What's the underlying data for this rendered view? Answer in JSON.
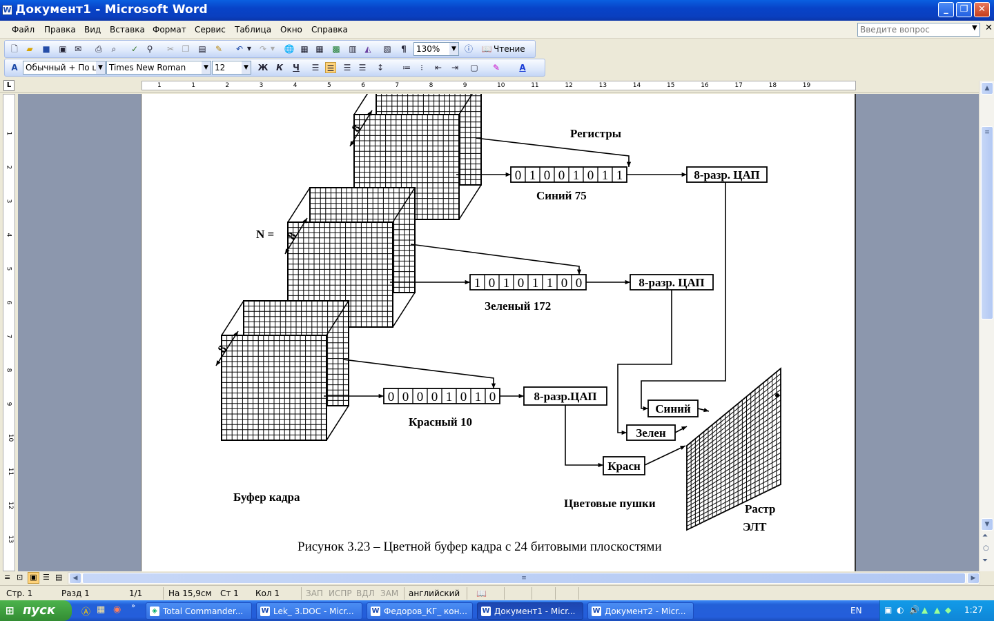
{
  "window": {
    "title": "Документ1 - Microsoft Word",
    "minimize": "_",
    "maximize": "❐",
    "close": "✕"
  },
  "menu": {
    "items": [
      "Файл",
      "Правка",
      "Вид",
      "Вставка",
      "Формат",
      "Сервис",
      "Таблица",
      "Окно",
      "Справка"
    ],
    "ask_placeholder": "Введите вопрос"
  },
  "toolbar": {
    "zoom": "130%",
    "reading_label": "Чтение"
  },
  "format": {
    "style": "Обычный + По це",
    "font": "Times New Roman",
    "size": "12",
    "bold": "Ж",
    "italic": "К",
    "underline": "Ч"
  },
  "ruler": {
    "numbers": [
      "1",
      "1",
      "2",
      "3",
      "4",
      "5",
      "6",
      "7",
      "8",
      "9",
      "10",
      "11",
      "12",
      "13",
      "14",
      "15",
      "16",
      "17",
      "18",
      "19"
    ],
    "vnumbers": [
      "1",
      "2",
      "3",
      "4",
      "5",
      "6",
      "7",
      "8",
      "9",
      "10",
      "11",
      "12",
      "13"
    ]
  },
  "figure": {
    "registers": "Регистры",
    "n_label": "N =",
    "blue_bits": [
      "0",
      "1",
      "0",
      "0",
      "1",
      "0",
      "1",
      "1"
    ],
    "blue_label": "Синий 75",
    "green_bits": [
      "1",
      "0",
      "1",
      "0",
      "1",
      "1",
      "0",
      "0"
    ],
    "green_label": "Зеленый 172",
    "red_bits": [
      "0",
      "0",
      "0",
      "0",
      "1",
      "0",
      "1",
      "0"
    ],
    "red_label": "Красный 10",
    "dac_blue": "8-разр. ЦАП",
    "dac_green": "8-разр. ЦАП",
    "dac_red": "8-разр.ЦАП",
    "gun_blue": "Синий",
    "gun_green": "Зелен",
    "gun_red": "Красн",
    "frame_buffer": "Буфер кадра",
    "color_guns": "Цветовые пушки",
    "raster": "Растр",
    "crt": "ЭЛТ",
    "eight": "8",
    "caption": "Рисунок 3.23 – Цветной буфер кадра с 24 битовыми плоскостями"
  },
  "status": {
    "page": "Стр. 1",
    "section": "Разд 1",
    "pages": "1/1",
    "at": "На 15,9см",
    "line": "Ст 1",
    "col": "Кол 1",
    "rec": "ЗАП",
    "trk": "ИСПР",
    "ext": "ВДЛ",
    "ovr": "ЗАМ",
    "lang": "английский"
  },
  "taskbar": {
    "start": "пуск",
    "tasks": [
      "Total Commander...",
      "Lek_ 3.DOC - Micr...",
      "Федоров_КГ_ кон...",
      "Документ1 - Micr...",
      "Документ2 - Micr..."
    ],
    "lang": "EN",
    "time": "1:27"
  }
}
